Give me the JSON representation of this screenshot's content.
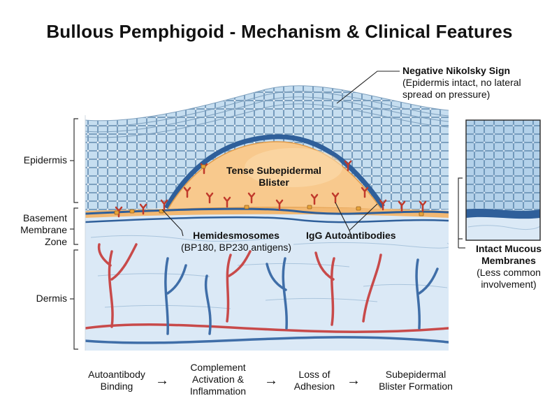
{
  "title": "Bullous Pemphigoid - Mechanism & Clinical Features",
  "layers": {
    "epidermis": "Epidermis",
    "bmz_line1": "Basement",
    "bmz_line2": "Membrane",
    "bmz_line3": "Zone",
    "dermis": "Dermis"
  },
  "callouts": {
    "blister_line1": "Tense Subepidermal",
    "blister_line2": "Blister",
    "nikolsky_title": "Negative Nikolsky Sign",
    "nikolsky_line1": "(Epidermis intact, no lateral",
    "nikolsky_line2": "spread on pressure)",
    "hemi_title": "Hemidesmosomes",
    "hemi_sub": "(BP180, BP230 antigens)",
    "igg": "IgG Autoantibodies",
    "mucous_line1": "Intact Mucous",
    "mucous_line2": "Membranes",
    "mucous_sub1": "(Less common",
    "mucous_sub2": "involvement)"
  },
  "flow": {
    "step1_line1": "Autoantibody",
    "step1_line2": "Binding",
    "step2_line1": "Complement",
    "step2_line2": "Activation &",
    "step2_line3": "Inflammation",
    "step3_line1": "Loss of",
    "step3_line2": "Adhesion",
    "step4_line1": "Subepidermal",
    "step4_line2": "Blister Formation",
    "arrow": "→"
  },
  "colors": {
    "epidermis": "#b9d6ec",
    "cell_outline": "#5a86ad",
    "blister": "#f8c98d",
    "basement": "#2f5f9a",
    "dermis": "#dbe9f6",
    "artery": "#c84a4a",
    "vein": "#3f6ea8",
    "antibody": "#c0392b"
  }
}
